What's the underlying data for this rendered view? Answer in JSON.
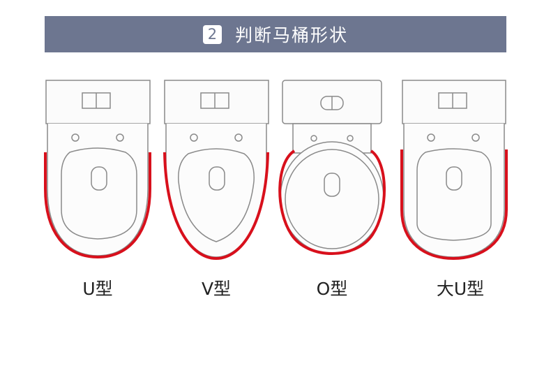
{
  "header": {
    "step_number": "2",
    "title": "判断马桶形状"
  },
  "colors": {
    "banner_bg": "#6d7690",
    "outline_highlight": "#d8101c",
    "line": "#888888"
  },
  "toilets": [
    {
      "id": "u",
      "label": "U型"
    },
    {
      "id": "v",
      "label": "V型"
    },
    {
      "id": "o",
      "label": "O型"
    },
    {
      "id": "big-u",
      "label": "大U型"
    }
  ]
}
